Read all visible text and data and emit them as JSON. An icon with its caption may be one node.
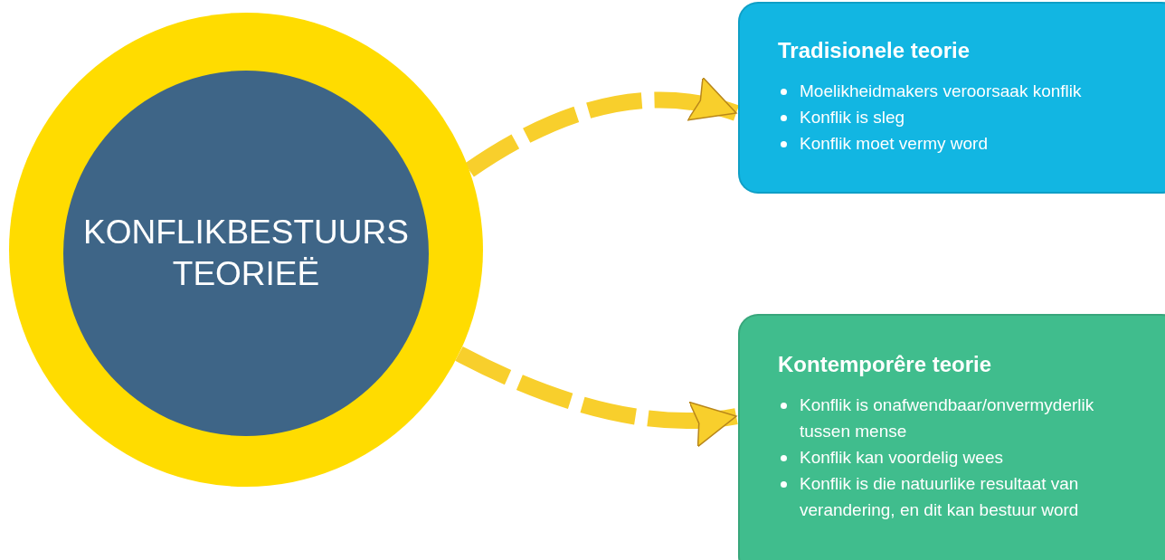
{
  "diagram": {
    "nodes": [
      {
        "text": [
          "KONFLIKBESTUURS TEORIEË"
        ]
      },
      {
        "text": [
          "Tradisionele teorie",
          "Moelikheidmakers veroorsaak konflik",
          "Konflik is sleg",
          "Konflik moet vermy word"
        ]
      },
      {
        "text": [
          "Kontemporêre teorie",
          "Konflik is onafwendbaar/onvermyderlik tussen mense",
          "Konflik kan voordelig wees",
          "Konflik is die natuurlike resultaat van verandering, en dit kan bestuur word"
        ]
      }
    ],
    "edges": [
      {
        "from": 0,
        "to": 1,
        "arrow": "to",
        "style": "dashed"
      },
      {
        "from": 0,
        "to": 2,
        "arrow": "to",
        "style": "dashed"
      }
    ]
  }
}
